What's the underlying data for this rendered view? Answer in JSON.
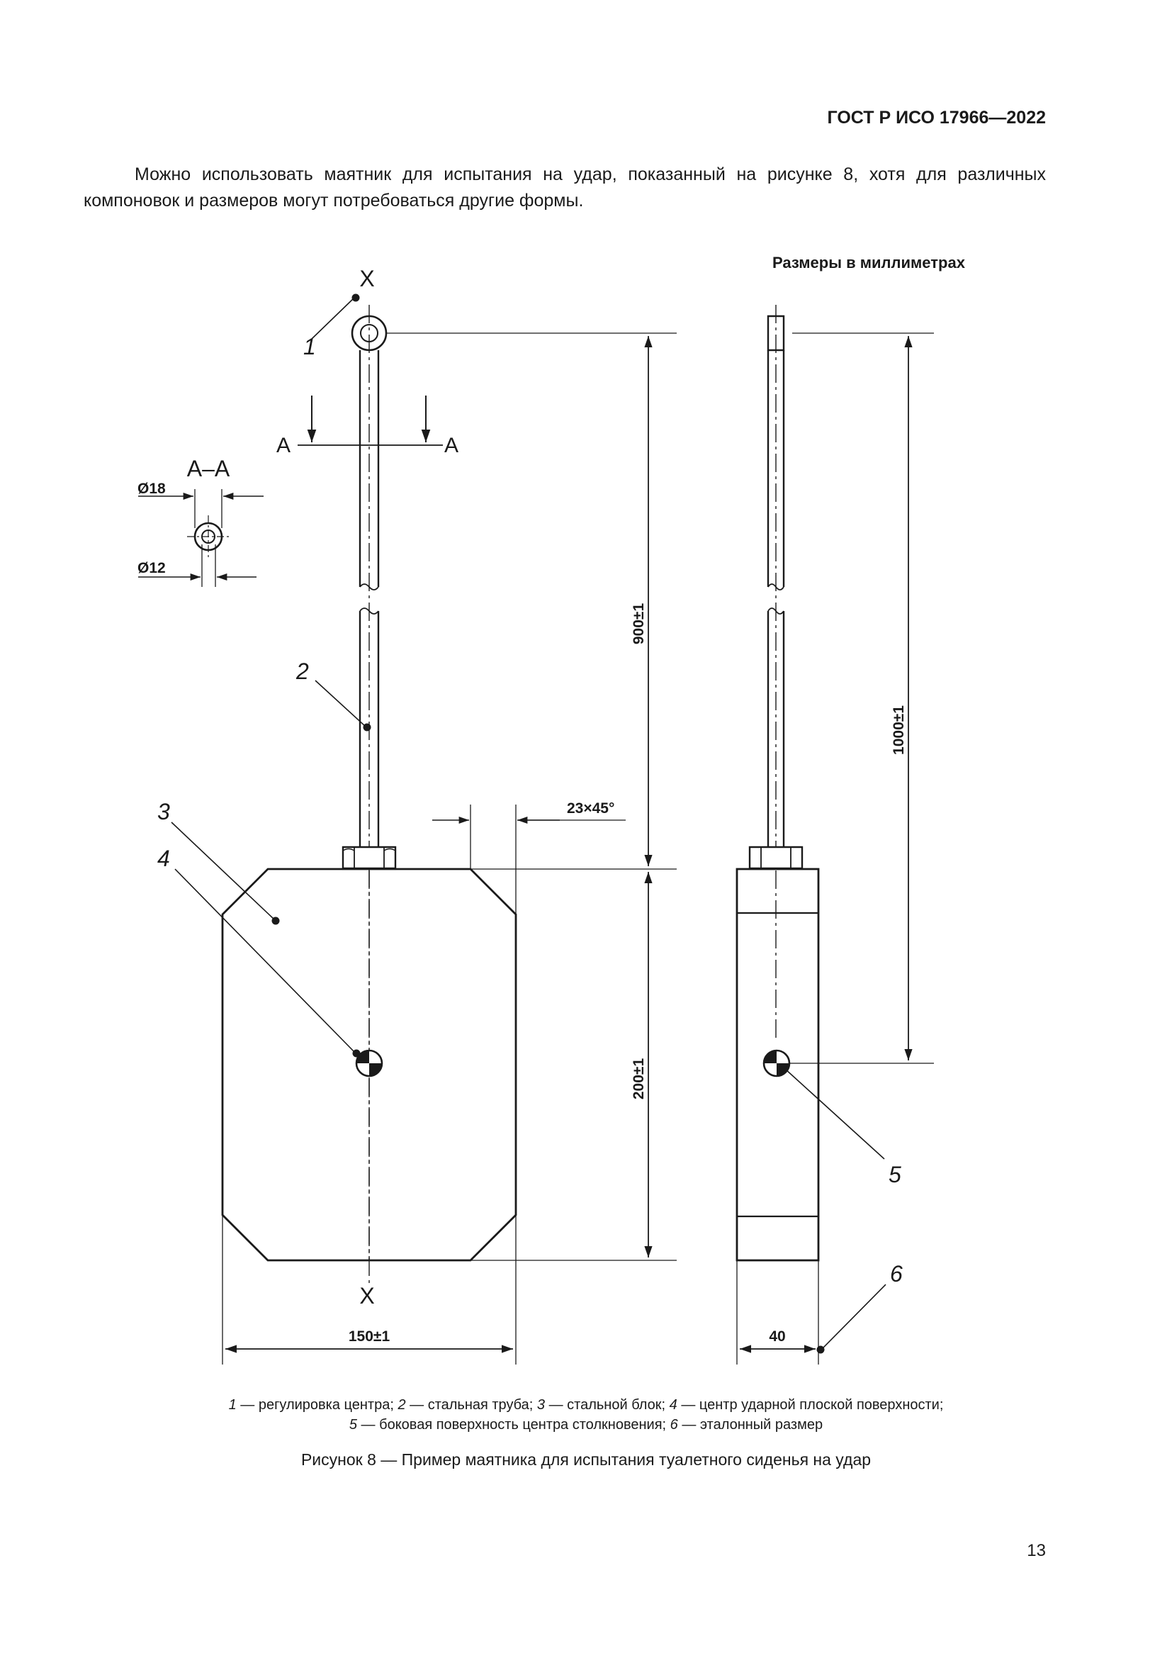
{
  "header": {
    "standard": "ГОСТ Р ИСО 17966—2022"
  },
  "body": {
    "paragraph": "Можно использовать маятник для испытания на удар, показанный на рисунке 8, хотя для различных компоновок и размеров могут потребоваться другие формы."
  },
  "figure": {
    "units_note": "Размеры в миллиметрах",
    "axis_top": "X",
    "axis_bottom": "X",
    "section_letter_left": "A",
    "section_letter_right": "A",
    "section_title": "А–А",
    "dim_d18": "Ø18",
    "dim_d12": "Ø12",
    "dim_900": "900±1",
    "dim_1000": "1000±1",
    "dim_200": "200±1",
    "dim_150": "150±1",
    "dim_40": "40",
    "dim_chamfer": "23×45°",
    "callout_1": "1",
    "callout_2": "2",
    "callout_3": "3",
    "callout_4": "4",
    "callout_5": "5",
    "callout_6": "6"
  },
  "legend": [
    {
      "num": "1",
      "text": " — регулировка центра; "
    },
    {
      "num": "2",
      "text": " — стальная труба; "
    },
    {
      "num": "3",
      "text": " — стальной блок; "
    },
    {
      "num": "4",
      "text": " — центр ударной плоской поверхности;"
    },
    {
      "num": "5",
      "text": " — боковая поверхность центра столкновения; "
    },
    {
      "num": "6",
      "text": " — эталонный размер"
    }
  ],
  "caption": "Рисунок 8 — Пример маятника для испытания туалетного сиденья на удар",
  "page_number": "13"
}
